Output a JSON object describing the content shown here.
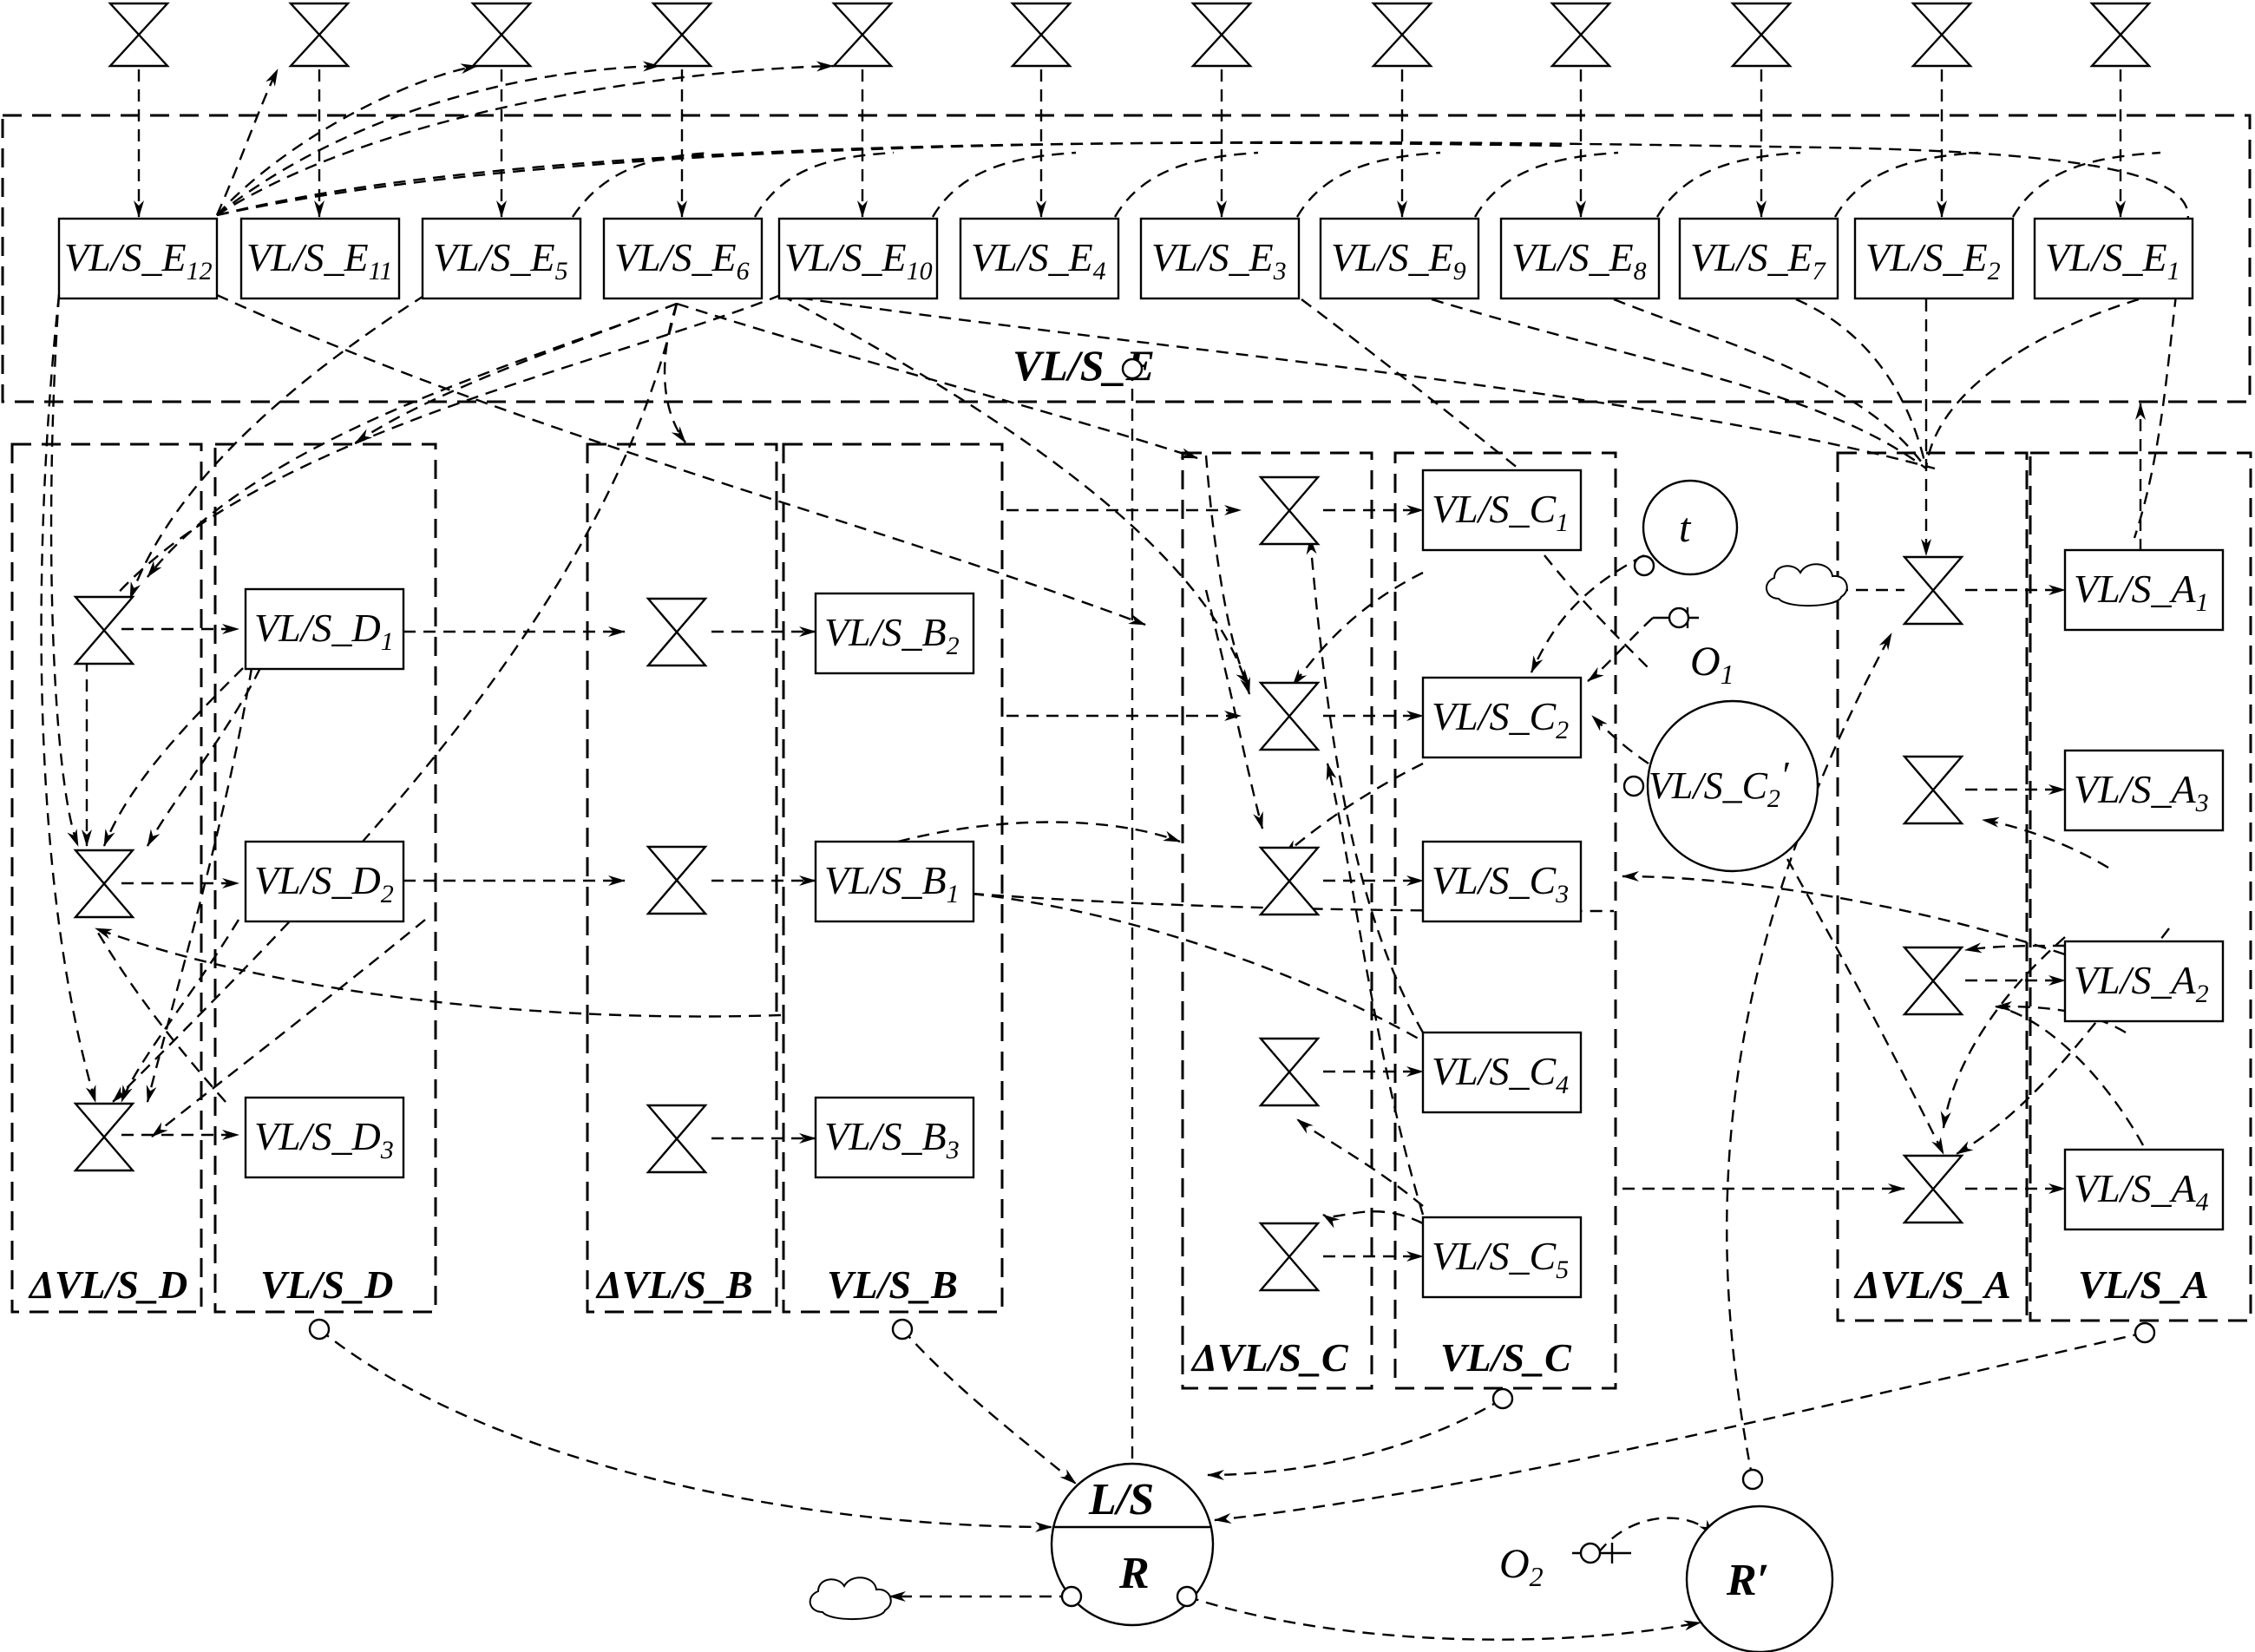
{
  "groups": {
    "E": "VL/S_E",
    "D": "VL/S_D",
    "dD": "ΔVL/S_D",
    "B": "VL/S_B",
    "dB": "ΔVL/S_B",
    "C": "VL/S_C",
    "dC": "ΔVL/S_C",
    "A": "VL/S_A",
    "dA": "ΔVL/S_A"
  },
  "levels": {
    "E12": {
      "base": "VL/S_E",
      "sub": "12"
    },
    "E11": {
      "base": "VL/S_E",
      "sub": "11"
    },
    "E5": {
      "base": "VL/S_E",
      "sub": "5"
    },
    "E6": {
      "base": "VL/S_E",
      "sub": "6"
    },
    "E10": {
      "base": "VL/S_E",
      "sub": "10"
    },
    "E4": {
      "base": "VL/S_E",
      "sub": "4"
    },
    "E3": {
      "base": "VL/S_E",
      "sub": "3"
    },
    "E9": {
      "base": "VL/S_E",
      "sub": "9"
    },
    "E8": {
      "base": "VL/S_E",
      "sub": "8"
    },
    "E7": {
      "base": "VL/S_E",
      "sub": "7"
    },
    "E2": {
      "base": "VL/S_E",
      "sub": "2"
    },
    "E1": {
      "base": "VL/S_E",
      "sub": "1"
    },
    "D1": {
      "base": "VL/S_D",
      "sub": "1"
    },
    "D2": {
      "base": "VL/S_D",
      "sub": "2"
    },
    "D3": {
      "base": "VL/S_D",
      "sub": "3"
    },
    "B2": {
      "base": "VL/S_B",
      "sub": "2"
    },
    "B1": {
      "base": "VL/S_B",
      "sub": "1"
    },
    "B3": {
      "base": "VL/S_B",
      "sub": "3"
    },
    "C1": {
      "base": "VL/S_C",
      "sub": "1"
    },
    "C2": {
      "base": "VL/S_C",
      "sub": "2"
    },
    "C3": {
      "base": "VL/S_C",
      "sub": "3"
    },
    "C4": {
      "base": "VL/S_C",
      "sub": "4"
    },
    "C5": {
      "base": "VL/S_C",
      "sub": "5"
    },
    "A1": {
      "base": "VL/S_A",
      "sub": "1"
    },
    "A3": {
      "base": "VL/S_A",
      "sub": "3"
    },
    "A2": {
      "base": "VL/S_A",
      "sub": "2"
    },
    "A4": {
      "base": "VL/S_A",
      "sub": "4"
    }
  },
  "nodes": {
    "t": "t",
    "O1": {
      "base": "O",
      "sub": "1"
    },
    "O2": {
      "base": "O",
      "sub": "2"
    },
    "C2prime": {
      "base": "VL/S_C",
      "sub": "2",
      "mark": "′"
    },
    "LS_top": "L/S",
    "LS_bottom": "R",
    "Rprime": "R′"
  },
  "colors": {
    "ink": "#000000",
    "paper": "#ffffff"
  }
}
